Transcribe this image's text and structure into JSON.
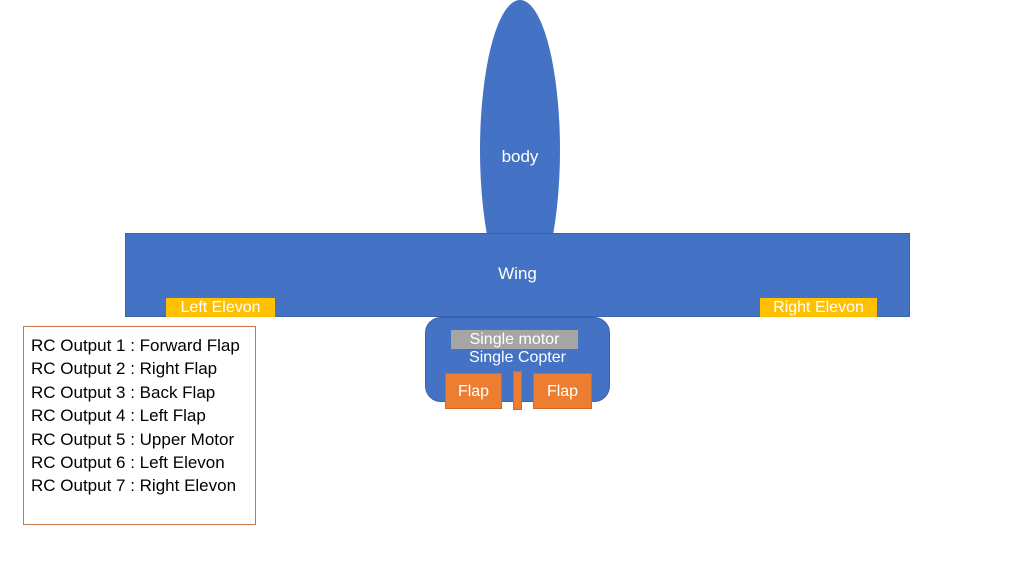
{
  "diagram": {
    "body_label": "body",
    "wing_label": "Wing",
    "left_elevon": "Left Elevon",
    "right_elevon": "Right Elevon",
    "motor_label": "Single motor",
    "copter_label": "Single Copter",
    "left_flap": "Flap",
    "right_flap": "Flap"
  },
  "legend": {
    "items": [
      "RC Output 1 : Forward Flap",
      "RC Output 2 : Right Flap",
      "RC Output 3 : Back Flap",
      "RC Output 4 : Left Flap",
      "RC Output 5 : Upper Motor",
      "RC Output 6 : Left Elevon",
      "RC Output 7 : Right Elevon"
    ]
  },
  "colors": {
    "blue": "#4472c4",
    "yellow": "#ffc000",
    "orange": "#ed7d31",
    "gray": "#a5a5a5",
    "legend_border": "#c5774a"
  }
}
